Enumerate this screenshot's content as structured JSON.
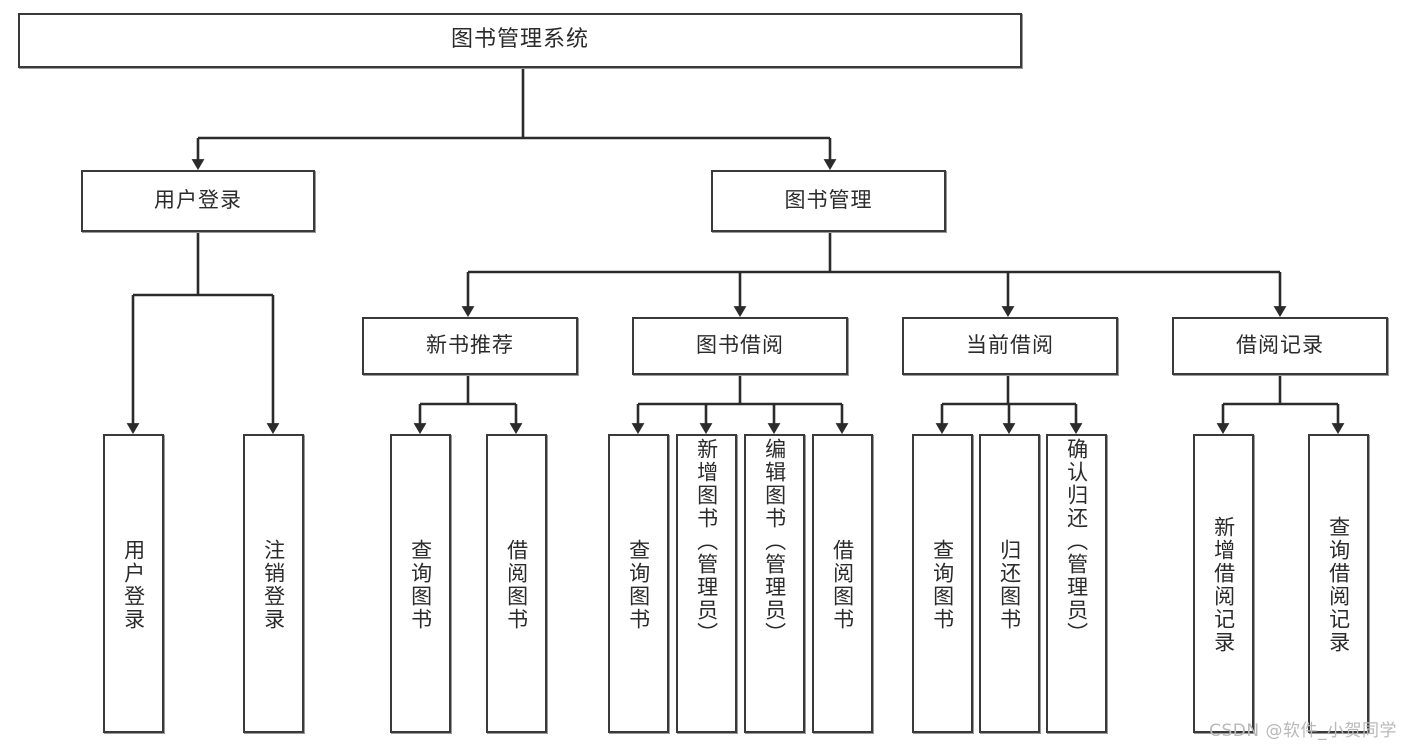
{
  "diagram": {
    "type": "tree-hierarchy",
    "title": "图书管理系统",
    "orientation": "top-down",
    "watermark": "CSDN @软件_小贺同学",
    "colors": {
      "box_border": "#3a3a3a",
      "box_fill": "#ffffff",
      "connector": "#2b2b2b",
      "text": "#2b2b2b",
      "watermark": "#b9b9b9",
      "background": "#ffffff"
    },
    "nodes": {
      "root": {
        "label": "图书管理系统",
        "level": 1
      },
      "level2": [
        {
          "id": "user-login",
          "label": "用户登录"
        },
        {
          "id": "book-manage",
          "label": "图书管理"
        }
      ],
      "level3": [
        {
          "id": "new-book-recommend",
          "label": "新书推荐",
          "parent": "book-manage"
        },
        {
          "id": "book-borrow",
          "label": "图书借阅",
          "parent": "book-manage"
        },
        {
          "id": "current-borrow",
          "label": "当前借阅",
          "parent": "book-manage"
        },
        {
          "id": "borrow-record",
          "label": "借阅记录",
          "parent": "book-manage"
        }
      ],
      "leaves": [
        {
          "id": "leaf-user-login",
          "label": "用户登录",
          "parent": "user-login"
        },
        {
          "id": "leaf-logout",
          "label": "注销登录",
          "parent": "user-login"
        },
        {
          "id": "leaf-query-book-1",
          "label": "查询图书",
          "parent": "new-book-recommend"
        },
        {
          "id": "leaf-borrow-book-1",
          "label": "借阅图书",
          "parent": "new-book-recommend"
        },
        {
          "id": "leaf-query-book-2",
          "label": "查询图书",
          "parent": "book-borrow"
        },
        {
          "id": "leaf-add-book",
          "label": "新增图书（管理员）",
          "parent": "book-borrow"
        },
        {
          "id": "leaf-edit-book",
          "label": "编辑图书（管理员）",
          "parent": "book-borrow"
        },
        {
          "id": "leaf-borrow-book-2",
          "label": "借阅图书",
          "parent": "book-borrow"
        },
        {
          "id": "leaf-query-book-3",
          "label": "查询图书",
          "parent": "current-borrow"
        },
        {
          "id": "leaf-return-book",
          "label": "归还图书",
          "parent": "current-borrow"
        },
        {
          "id": "leaf-confirm-return",
          "label": "确认归还（管理员）",
          "parent": "current-borrow"
        },
        {
          "id": "leaf-add-record",
          "label": "新增借阅记录",
          "parent": "borrow-record"
        },
        {
          "id": "leaf-query-record",
          "label": "查询借阅记录",
          "parent": "borrow-record"
        }
      ]
    }
  }
}
